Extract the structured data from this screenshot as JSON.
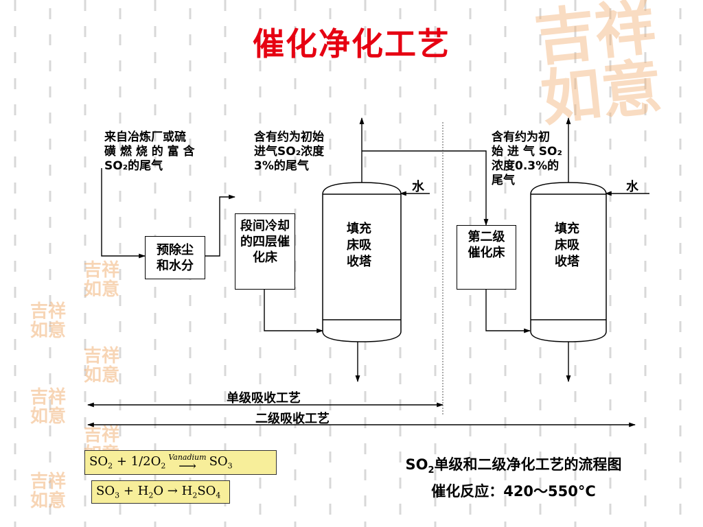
{
  "title": "催化净化工艺",
  "notes": {
    "source_gas_line1": "来自冶炼厂或硫",
    "source_gas_line2": "磺 燃 烧 的 富 含",
    "source_gas_line3": "SO₂的尾气",
    "after_stage1_line1": "含有约为初始",
    "after_stage1_line2": "进气SO₂浓度",
    "after_stage1_line3": "3%的尾气",
    "after_stage2_line1": "含有约为初",
    "after_stage2_line2": "始 进 气 SO₂",
    "after_stage2_line3": "浓度0.3%的",
    "after_stage2_line4": "尾气"
  },
  "boxes": {
    "pre_dust_line1": "预除尘",
    "pre_dust_line2": "和水分",
    "four_layer_line1": "段间冷却",
    "four_layer_line2": "的四层催",
    "four_layer_line3": "化床",
    "second_cat_line1": "第二级",
    "second_cat_line2": "催化床",
    "tower1_line1": "填充",
    "tower1_line2": "床吸",
    "tower1_line3": "收塔",
    "tower2_line1": "填充",
    "tower2_line2": "床吸",
    "tower2_line3": "收塔"
  },
  "water1": "水",
  "water2": "水",
  "span_single": "单级吸收工艺",
  "span_double": "二级吸收工艺",
  "equation1": {
    "catalyst": "Vanadium"
  },
  "caption": {
    "line1_rest": "单级和二级净化工艺的流程图",
    "line2": "催化反应：420～550°C"
  },
  "watermark": "吉祥如意",
  "colors": {
    "title": "#e60012",
    "watermark": "#f2b37a",
    "equation_bg": "#f7ee9a"
  }
}
